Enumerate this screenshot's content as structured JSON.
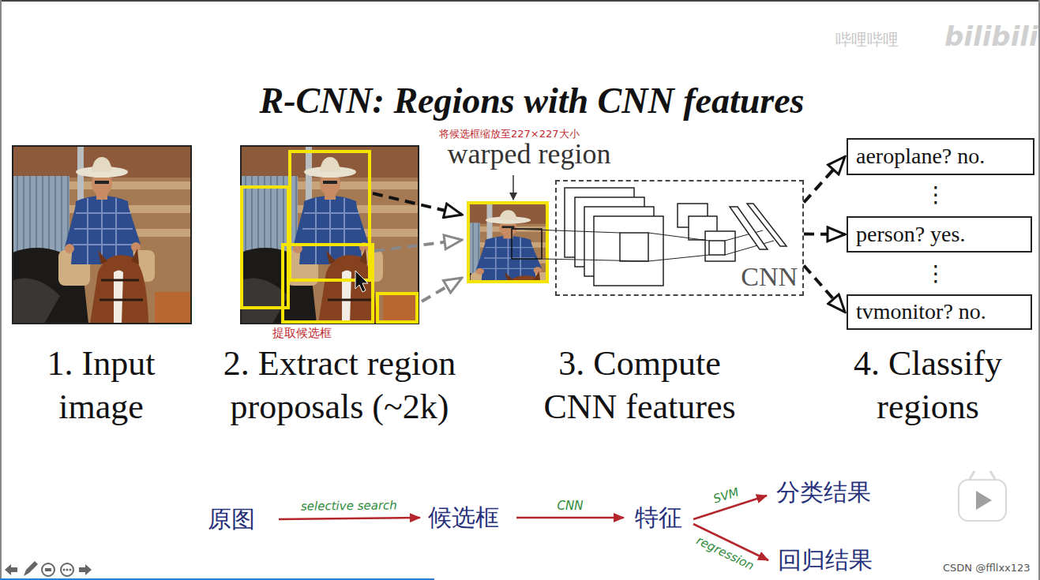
{
  "diagram": {
    "title": "R-CNN: Regions with CNN features",
    "nodes": [
      {
        "text": [
          "CNN"
        ]
      },
      {
        "text": [
          "aeroplane? no."
        ]
      },
      {
        "text": [
          "person? yes."
        ]
      },
      {
        "text": [
          "tvmonitor? no."
        ]
      },
      {
        "text": [
          "原图"
        ]
      },
      {
        "text": [
          "候选框"
        ]
      },
      {
        "text": [
          "特征"
        ]
      },
      {
        "text": [
          "分类结果"
        ]
      },
      {
        "text": [
          "回归结果"
        ]
      }
    ],
    "edges": [
      {
        "from": 0,
        "to": 1,
        "arrow": "to"
      },
      {
        "from": 0,
        "to": 2,
        "arrow": "to"
      },
      {
        "from": 0,
        "to": 3,
        "arrow": "to"
      },
      {
        "from": 4,
        "to": 5,
        "label": "selective search",
        "arrow": "to"
      },
      {
        "from": 5,
        "to": 6,
        "label": "CNN",
        "arrow": "to"
      },
      {
        "from": 6,
        "to": 7,
        "label": "SVM",
        "arrow": "to"
      },
      {
        "from": 6,
        "to": 8,
        "label": "regression",
        "arrow": "to"
      }
    ],
    "labels": [
      "将候选框缩放至227×227大小",
      "warped region",
      "提取候选框",
      "1. Input image",
      "2. Extract region proposals (~2k)",
      "3. Compute CNN features",
      "4. Classify regions",
      "⋮",
      "⋮",
      "哔哩哔哩",
      "bilibili",
      "CSDN @ffllxx123"
    ]
  }
}
